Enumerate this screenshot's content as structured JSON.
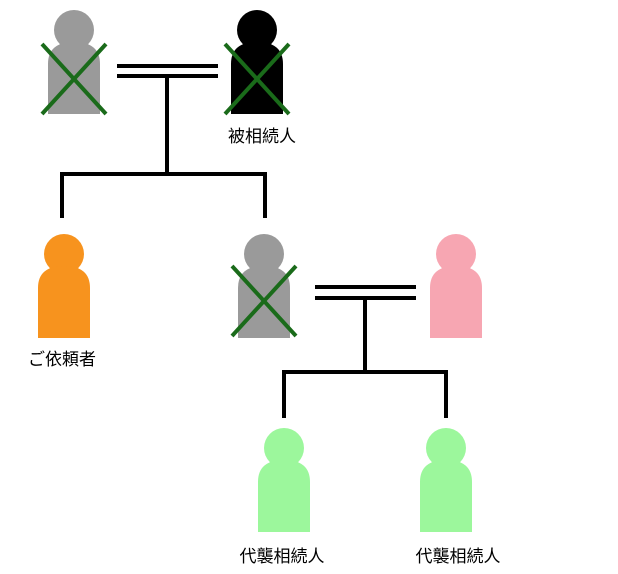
{
  "labels": {
    "deceased": "被相続人",
    "client": "ご依頼者",
    "heir1": "代襲相続人",
    "heir2": "代襲相続人"
  },
  "colors": {
    "gray_person": "#9a9a9a",
    "deceased_person": "#000000",
    "client_person": "#f7931e",
    "spouse_person": "#f7a6b2",
    "heir_person": "#9cf79c",
    "cross_mark": "#1a6b1a",
    "line": "#000000"
  },
  "icons": {
    "person": "person-icon",
    "deceased_mark": "cross-mark-icon"
  }
}
